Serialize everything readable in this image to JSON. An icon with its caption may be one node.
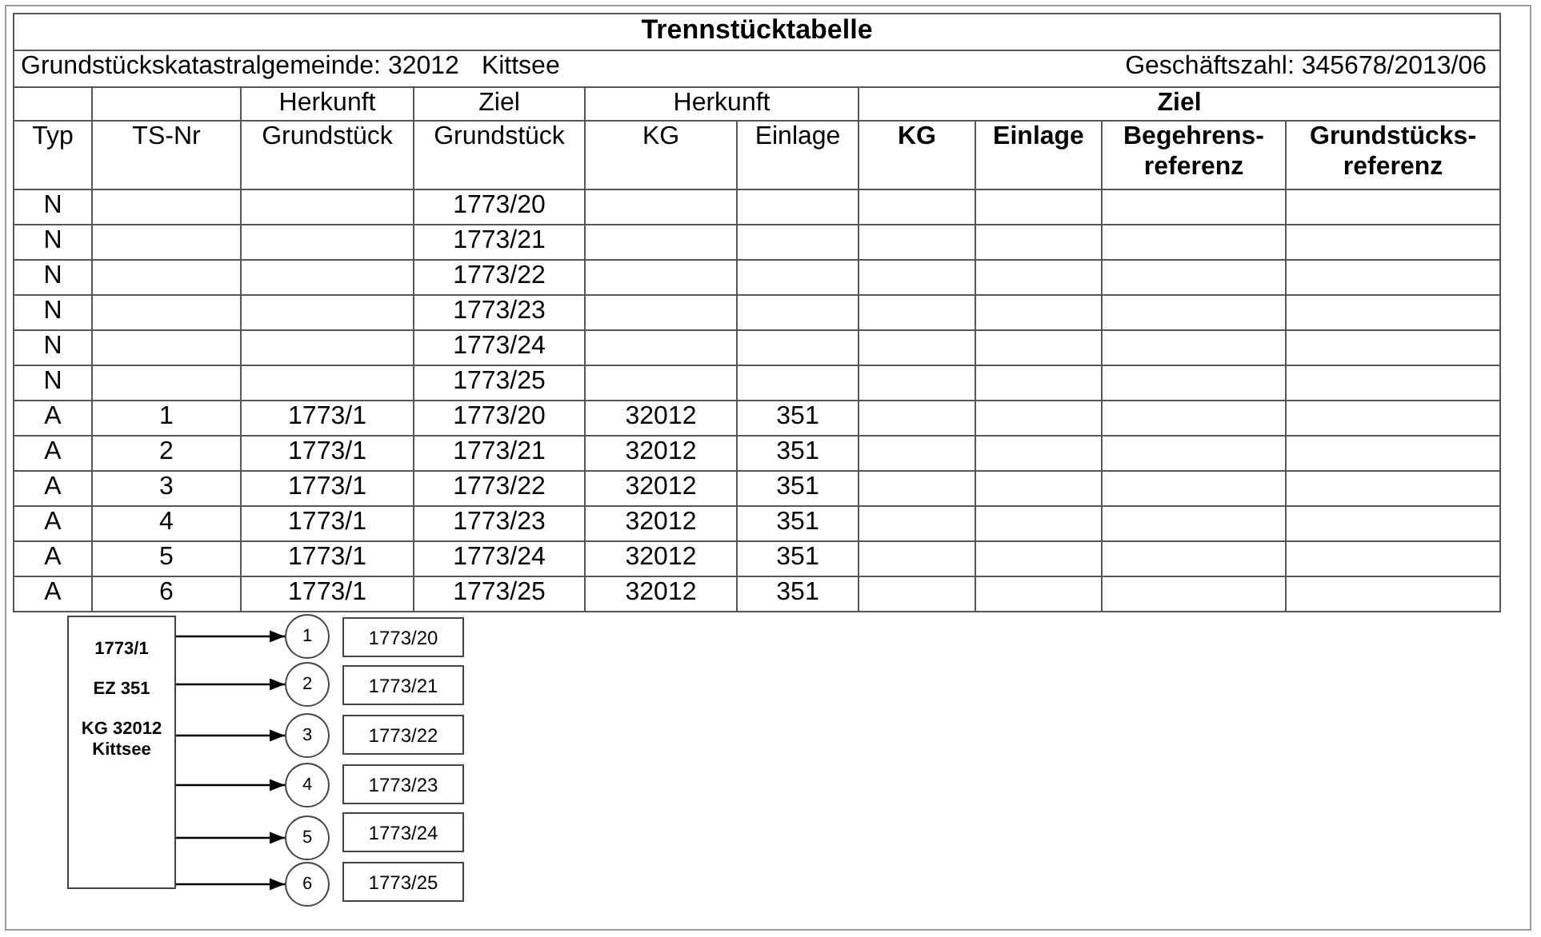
{
  "diagram": {
    "title": "Trennstücktabelle",
    "nodes": [
      {
        "text": [
          "1773/1",
          "EZ 351",
          "KG 32012 Kittsee"
        ]
      },
      {
        "text": [
          "1"
        ]
      },
      {
        "text": [
          "2"
        ]
      },
      {
        "text": [
          "3"
        ]
      },
      {
        "text": [
          "4"
        ]
      },
      {
        "text": [
          "5"
        ]
      },
      {
        "text": [
          "6"
        ]
      },
      {
        "text": [
          "1773/20"
        ]
      },
      {
        "text": [
          "1773/21"
        ]
      },
      {
        "text": [
          "1773/22"
        ]
      },
      {
        "text": [
          "1773/23"
        ]
      },
      {
        "text": [
          "1773/24"
        ]
      },
      {
        "text": [
          "1773/25"
        ]
      }
    ],
    "edges": [
      {
        "from": 0,
        "to": 1,
        "arrow": "to"
      },
      {
        "from": 0,
        "to": 2,
        "arrow": "to"
      },
      {
        "from": 0,
        "to": 3,
        "arrow": "to"
      },
      {
        "from": 0,
        "to": 4,
        "arrow": "to"
      },
      {
        "from": 0,
        "to": 5,
        "arrow": "to"
      },
      {
        "from": 0,
        "to": 6,
        "arrow": "to"
      }
    ],
    "labels": [
      "Grundstückskatastralgemeinde: 32012",
      "Kittsee",
      "Geschäftszahl: 345678/2013/06",
      "Herkunft",
      "Ziel",
      "Herkunft",
      "Ziel",
      "Typ",
      "TS-Nr",
      "Grundstück",
      "Grundstück",
      "KG",
      "Einlage",
      "KG",
      "Einlage",
      "Begehrens-referenz",
      "Grundstücks-referenz",
      "N",
      "1773/20",
      "N",
      "1773/21",
      "N",
      "1773/22",
      "N",
      "1773/23",
      "N",
      "1773/24",
      "N",
      "1773/25",
      "A",
      "1",
      "1773/1",
      "1773/20",
      "32012",
      "351",
      "A",
      "2",
      "1773/1",
      "1773/21",
      "32012",
      "351",
      "A",
      "3",
      "1773/1",
      "1773/22",
      "32012",
      "351",
      "A",
      "4",
      "1773/1",
      "1773/23",
      "32012",
      "351",
      "A",
      "5",
      "1773/1",
      "1773/24",
      "32012",
      "351",
      "A",
      "6",
      "1773/1",
      "1773/25",
      "32012",
      "351"
    ]
  }
}
